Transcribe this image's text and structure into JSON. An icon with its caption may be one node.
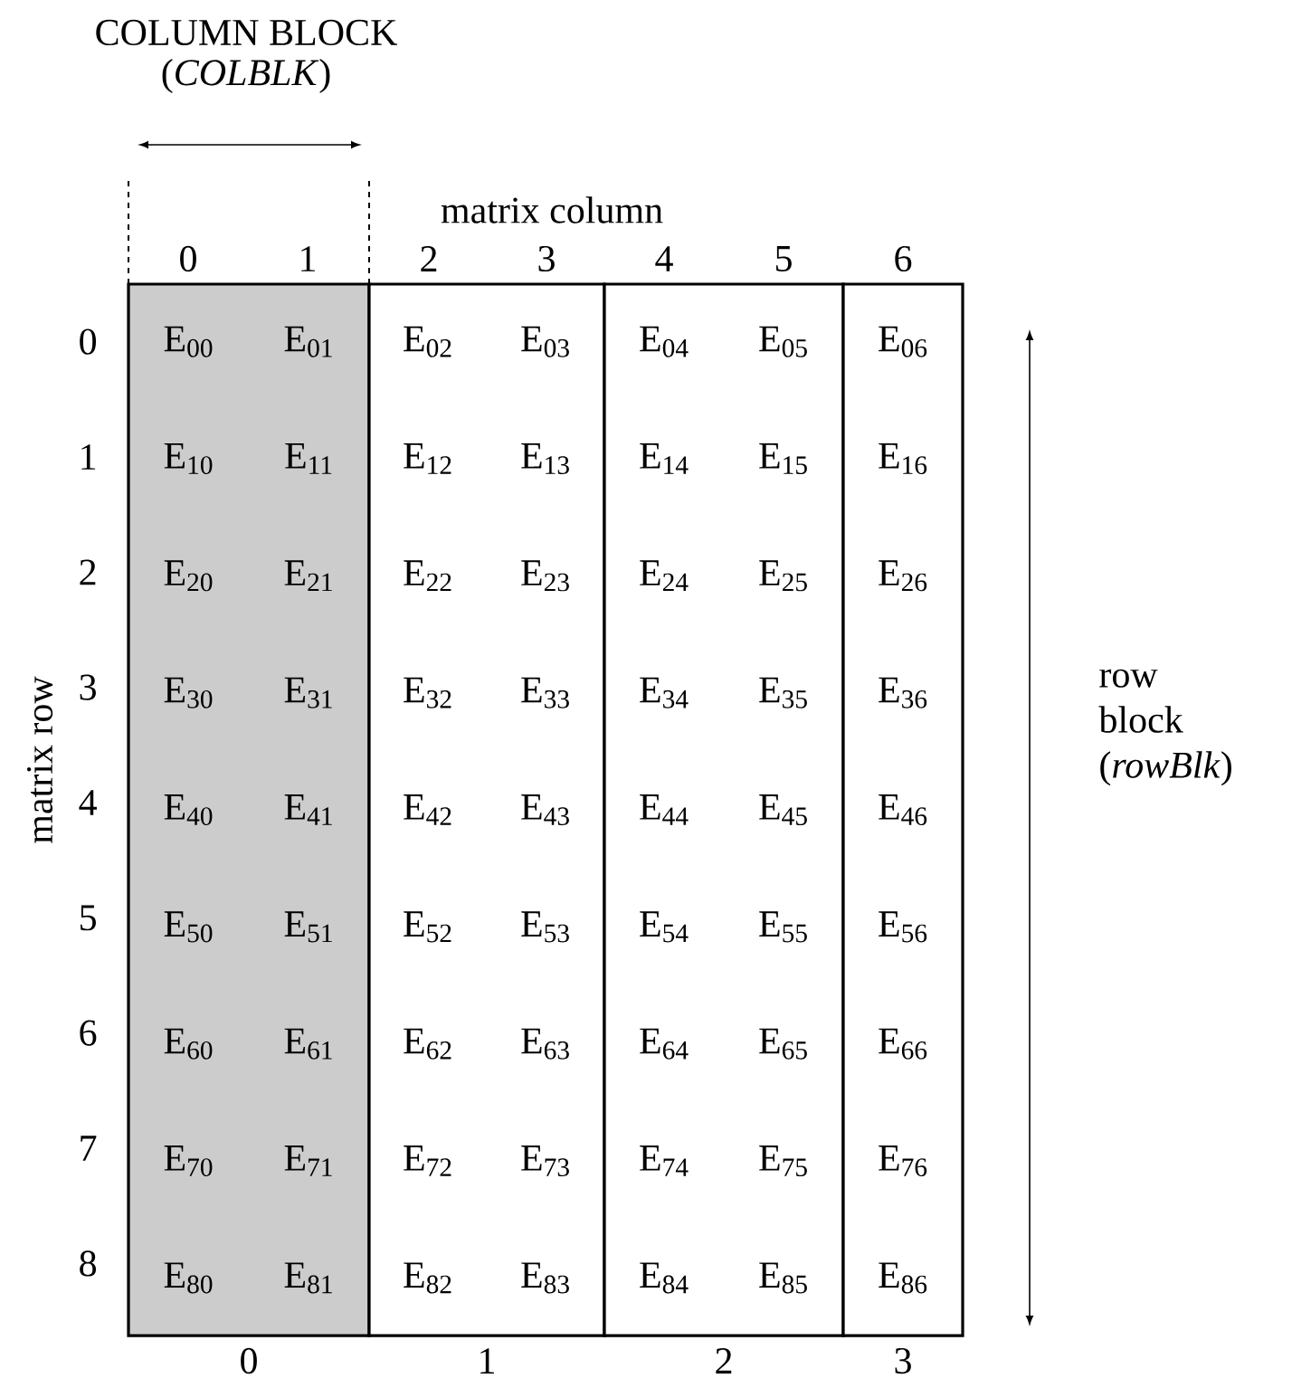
{
  "diagram": {
    "nodes": [
      {
        "text": [
          "E$_{00}$",
          "E$_{01}$",
          "E$_{10}$",
          "E$_{11}$",
          "E$_{20}$",
          "E$_{21}$",
          "E$_{30}$",
          "E$_{31}$",
          "E$_{40}$",
          "E$_{41}$",
          "E$_{50}$",
          "E$_{51}$",
          "E$_{60}$",
          "E$_{61}$",
          "E$_{70}$",
          "E$_{71}$",
          "E$_{80}$",
          "E$_{81}$"
        ],
        "beside": [
          "0"
        ]
      },
      {
        "text": [
          "E$_{02}$",
          "E$_{03}$",
          "E$_{12}$",
          "E$_{13}$",
          "E$_{22}$",
          "E$_{23}$",
          "E$_{32}$",
          "E$_{33}$",
          "E$_{42}$",
          "E$_{43}$",
          "E$_{52}$",
          "E$_{53}$",
          "E$_{62}$",
          "E$_{63}$",
          "E$_{72}$",
          "E$_{73}$",
          "E$_{82}$",
          "E$_{83}$"
        ],
        "beside": [
          "1"
        ]
      },
      {
        "text": [
          "E$_{04}$",
          "E$_{05}$",
          "E$_{14}$",
          "E$_{15}$",
          "E$_{24}$",
          "E$_{25}$",
          "E$_{34}$",
          "E$_{35}$",
          "E$_{44}$",
          "E$_{45}$",
          "E$_{54}$",
          "E$_{55}$",
          "E$_{64}$",
          "E$_{65}$",
          "E$_{74}$",
          "E$_{75}$",
          "E$_{84}$",
          "E$_{85}$"
        ],
        "beside": [
          "2"
        ]
      },
      {
        "text": [
          "E$_{06}$",
          "E$_{16}$",
          "E$_{26}$",
          "E$_{36}$",
          "E$_{46}$",
          "E$_{56}$",
          "E$_{66}$",
          "E$_{76}$",
          "E$_{86}$"
        ],
        "beside": [
          "3"
        ]
      }
    ],
    "labels": [
      "COLUMN BLOCK",
      "(*COLBLK*)",
      "matrix column",
      "0",
      "1",
      "2",
      "3",
      "4",
      "5",
      "6",
      "0",
      "1",
      "2",
      "3",
      "4",
      "5",
      "6",
      "7",
      "8",
      "matrix row",
      "row block (*rowBlk*)"
    ]
  }
}
